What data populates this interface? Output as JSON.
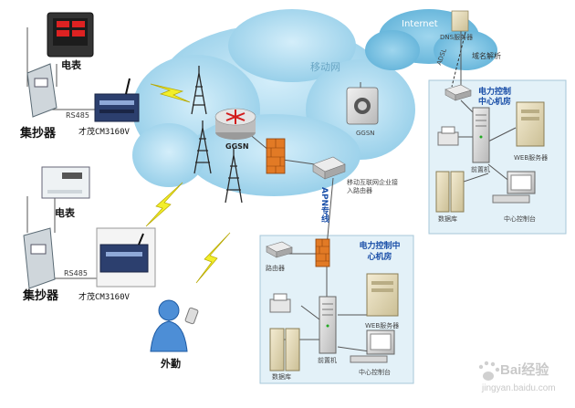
{
  "field_devices": {
    "top": {
      "meter_label": "电表",
      "collector_label": "集抄器",
      "bus_label": "RS485",
      "modem_label": "才茂CM3160V"
    },
    "bottom": {
      "meter_label": "电表",
      "collector_label": "集抄器",
      "bus_label": "RS485",
      "modem_label": "才茂CM3160V"
    },
    "field_staff_label": "外勤"
  },
  "network": {
    "mobile_net_label": "移动网",
    "ggsn_router_label": "GGSN",
    "ggsn_server_label": "GGSN",
    "internet_label": "Internet",
    "dns_label": "DNS服务器",
    "domain_resolution_label": "域名解析",
    "adsl_label": "ADSL",
    "apn_label": "APN专线",
    "enterprise_router_label": "移动互联网企业接入路由器"
  },
  "control_room_right": {
    "title": "电力控制中心机房",
    "web_server_label": "WEB服务器",
    "front_server_label": "前置机",
    "database_label": "数据库",
    "console_label": "中心控制台"
  },
  "control_room_bottom": {
    "title": "电力控制中心机房",
    "router_label": "路由器",
    "web_server_label": "WEB服务器",
    "front_server_label": "前置机",
    "database_label": "数据库",
    "console_label": "中心控制台"
  },
  "watermark": {
    "brand": "Bai经验",
    "url": "jingyan.baidu.com"
  },
  "colors": {
    "cloud": "#a9d8ee",
    "room_bg": "#e3f1f8",
    "lightning": "#f2ee2a",
    "firewall": "#e27a25",
    "tower": "#2a2a2a",
    "accent_blue": "#1a4fa8"
  }
}
